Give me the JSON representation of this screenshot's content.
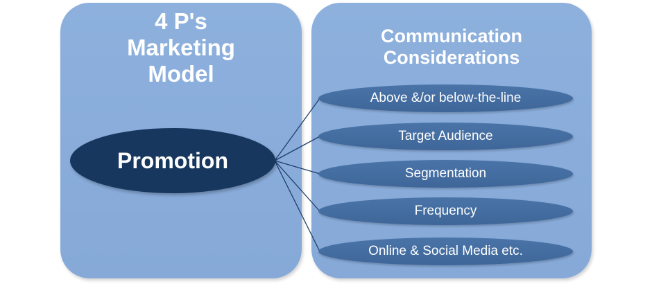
{
  "left_panel": {
    "title": "4 P's\nMarketing\nModel",
    "node": "Promotion"
  },
  "right_panel": {
    "title": "Communication\nConsiderations",
    "items": [
      "Above &/or below-the-line",
      "Target Audience",
      "Segmentation",
      "Frequency",
      "Online & Social Media etc."
    ]
  },
  "colors": {
    "panel": "#8db0dd",
    "main_node": "#17375e",
    "sub_node": "#3e6699",
    "connector": "#1f3f6b",
    "text": "#ffffff"
  }
}
